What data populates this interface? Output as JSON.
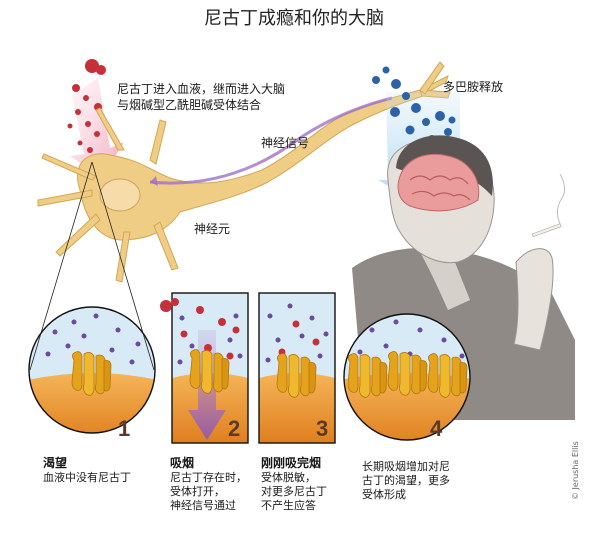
{
  "title": "尼古丁成瘾和你的大脑",
  "labels": {
    "nicotine_entry": [
      "尼古丁进入血液，继而进入大脑",
      "与烟碱型乙酰胆碱受体结合"
    ],
    "nerve_signal": "神经信号",
    "neuron": "神经元",
    "dopamine_release": "多巴胺释放"
  },
  "panels": [
    {
      "number": "1",
      "heading": "渴望",
      "lines": [
        "血液中没有尼古丁"
      ]
    },
    {
      "number": "2",
      "heading": "吸烟",
      "lines": [
        "尼古丁存在时，",
        "受体打开，",
        "神经信号通过"
      ]
    },
    {
      "number": "3",
      "heading": "刚刚吸完烟",
      "lines": [
        "受体脱敏，",
        "对更多尼古丁",
        "不产生应答"
      ]
    },
    {
      "number": "4",
      "heading": "",
      "lines": [
        "长期吸烟增加对尼",
        "古丁的渴望，更多",
        "受体形成"
      ]
    }
  ],
  "credit": "© Jerusha Ellis",
  "colors": {
    "neuron": "#f0cd85",
    "nicotine": "#c6303a",
    "dopamine": "#2c62a8",
    "receptor": "#e5a21d",
    "membrane": "#e89436",
    "fluid": "#d8eaf6",
    "dots": "#6b4c9a",
    "brain": "#e89a9a"
  }
}
